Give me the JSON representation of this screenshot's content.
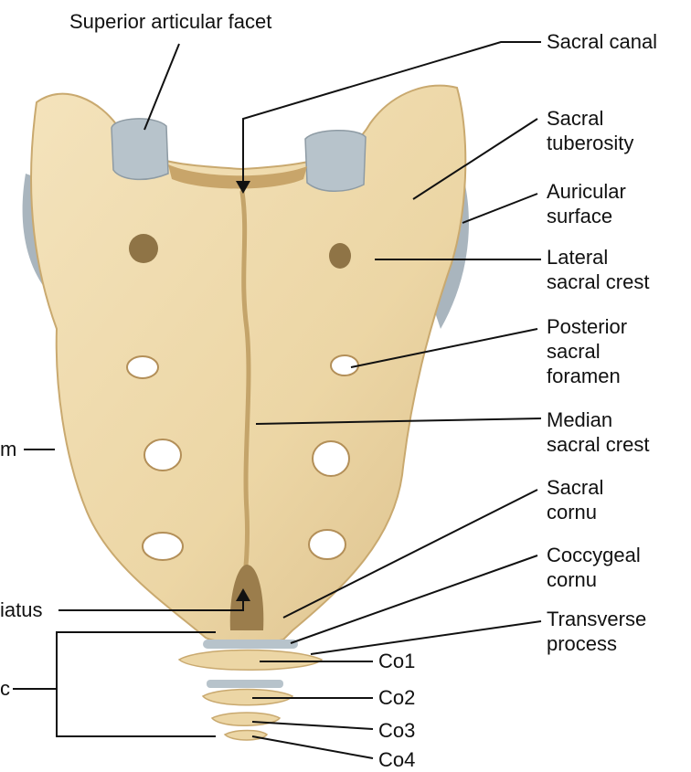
{
  "labels": {
    "superior_articular_facet": "Superior articular facet",
    "sacral_canal": "Sacral canal",
    "sacral_tuberosity": [
      "Sacral",
      "tuberosity"
    ],
    "auricular_surface": [
      "Auricular",
      "surface"
    ],
    "lateral_sacral_crest": [
      "Lateral",
      "sacral crest"
    ],
    "posterior_sacral_foramen": [
      "Posterior",
      "sacral",
      "foramen"
    ],
    "median_sacral_crest": [
      "Median",
      "sacral crest"
    ],
    "sacral_cornu": [
      "Sacral",
      "cornu"
    ],
    "coccygeal_cornu": [
      "Coccygeal",
      "cornu"
    ],
    "transverse_process": [
      "Transverse",
      "process"
    ],
    "co1": "Co1",
    "co2": "Co2",
    "co3": "Co3",
    "co4": "Co4",
    "left_cut_1": "m",
    "left_cut_2": "iatus",
    "left_cut_3": "c"
  },
  "colors": {
    "bone": "#f1ddb0",
    "bone_shadow": "#d9bd86",
    "cartilage": "#b9c4cc",
    "foramen": "#ffffff",
    "leader": "#111111"
  }
}
